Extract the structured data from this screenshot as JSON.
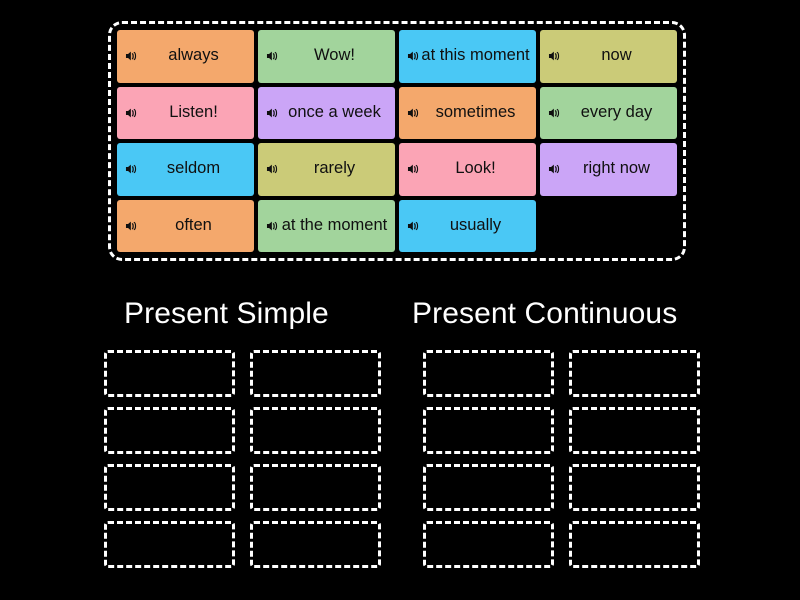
{
  "activity": {
    "type": "group-sort",
    "background_color": "#000000"
  },
  "palette": {
    "orange": "#F4A86C",
    "green": "#A2D49C",
    "blue": "#4AC8F5",
    "olive": "#CBCB78",
    "pink": "#FBA4B5",
    "purple": "#CBA5F7",
    "dash_white": "#FFFFFF",
    "tile_text": "#101010"
  },
  "word_bank": {
    "name": "word-bank",
    "columns": 4,
    "rows": 4,
    "tiles": [
      {
        "label": "always",
        "color": "#F4A86C",
        "icon": "speaker-icon",
        "empty": false
      },
      {
        "label": "Wow!",
        "color": "#A2D49C",
        "icon": "speaker-icon",
        "empty": false
      },
      {
        "label": "at this moment",
        "color": "#4AC8F5",
        "icon": "speaker-icon",
        "empty": false
      },
      {
        "label": "now",
        "color": "#CBCB78",
        "icon": "speaker-icon",
        "empty": false
      },
      {
        "label": "Listen!",
        "color": "#FBA4B5",
        "icon": "speaker-icon",
        "empty": false
      },
      {
        "label": "once a week",
        "color": "#CBA5F7",
        "icon": "speaker-icon",
        "empty": false
      },
      {
        "label": "sometimes",
        "color": "#F4A86C",
        "icon": "speaker-icon",
        "empty": false
      },
      {
        "label": "every day",
        "color": "#A2D49C",
        "icon": "speaker-icon",
        "empty": false
      },
      {
        "label": "seldom",
        "color": "#4AC8F5",
        "icon": "speaker-icon",
        "empty": false
      },
      {
        "label": "rarely",
        "color": "#CBCB78",
        "icon": "speaker-icon",
        "empty": false
      },
      {
        "label": "Look!",
        "color": "#FBA4B5",
        "icon": "speaker-icon",
        "empty": false
      },
      {
        "label": "right now",
        "color": "#CBA5F7",
        "icon": "speaker-icon",
        "empty": false
      },
      {
        "label": "often",
        "color": "#F4A86C",
        "icon": "speaker-icon",
        "empty": false
      },
      {
        "label": "at the moment",
        "color": "#A2D49C",
        "icon": "speaker-icon",
        "empty": false
      },
      {
        "label": "usually",
        "color": "#4AC8F5",
        "icon": "speaker-icon",
        "empty": false
      },
      {
        "label": "",
        "color": "",
        "icon": "",
        "empty": true
      }
    ]
  },
  "groups": [
    {
      "name": "present-simple",
      "title": "Present Simple",
      "dropzone_count": 8,
      "dropzone_columns": 2,
      "dropzone_rows": 4,
      "filled": []
    },
    {
      "name": "present-continuous",
      "title": "Present Continuous",
      "dropzone_count": 8,
      "dropzone_columns": 2,
      "dropzone_rows": 4,
      "filled": []
    }
  ]
}
